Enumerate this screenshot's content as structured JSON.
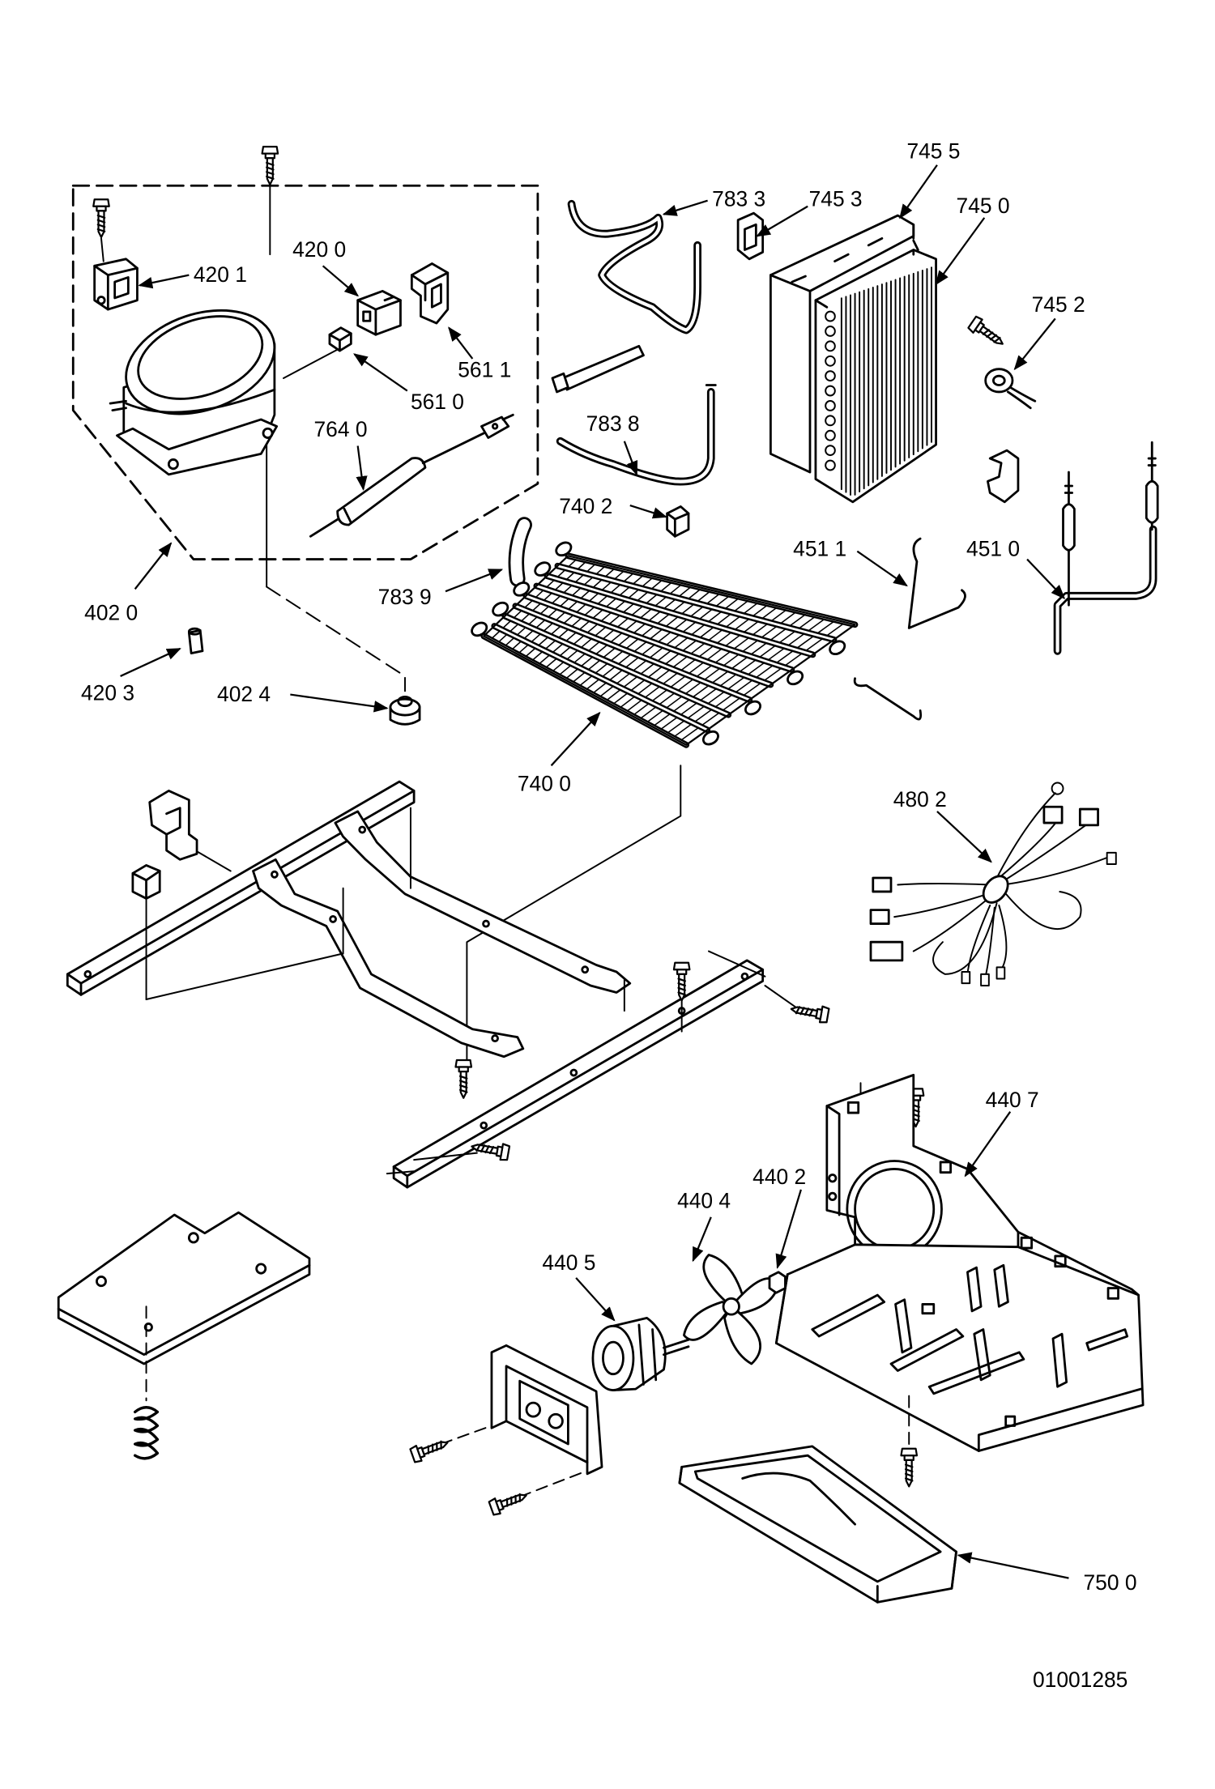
{
  "diagram": {
    "callouts": [
      {
        "label": "420 1"
      },
      {
        "label": "420 0"
      },
      {
        "label": "561 1"
      },
      {
        "label": "561 0"
      },
      {
        "label": "764 0"
      },
      {
        "label": "402 0"
      },
      {
        "label": "420 3"
      },
      {
        "label": "402 4"
      },
      {
        "label": "783 3"
      },
      {
        "label": "745 3"
      },
      {
        "label": "745 5"
      },
      {
        "label": "745 0"
      },
      {
        "label": "745 2"
      },
      {
        "label": "783 8"
      },
      {
        "label": "740 2"
      },
      {
        "label": "783 9"
      },
      {
        "label": "451 1"
      },
      {
        "label": "451 0"
      },
      {
        "label": "740 0"
      },
      {
        "label": "480 2"
      },
      {
        "label": "440 7"
      },
      {
        "label": "440 2"
      },
      {
        "label": "440 4"
      },
      {
        "label": "440 5"
      },
      {
        "label": "750 0"
      }
    ],
    "drawing_number": "01001285",
    "line_color": "#000000",
    "background_color": "#ffffff"
  }
}
